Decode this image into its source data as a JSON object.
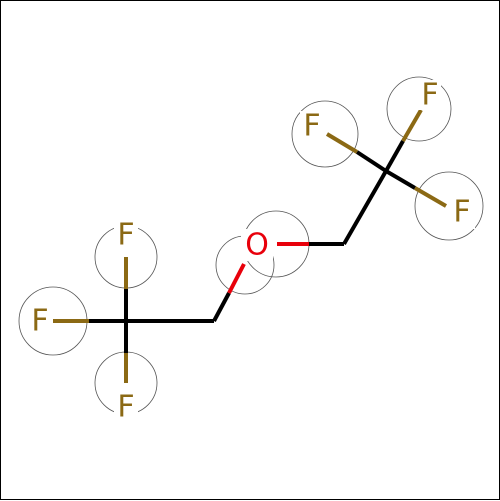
{
  "molecule": {
    "atoms": [
      {
        "id": "F1",
        "element": "F",
        "label": "F"
      },
      {
        "id": "F2",
        "element": "F",
        "label": "F"
      },
      {
        "id": "F3",
        "element": "F",
        "label": "F"
      },
      {
        "id": "O1",
        "element": "O",
        "label": "O"
      },
      {
        "id": "F4",
        "element": "F",
        "label": "F"
      },
      {
        "id": "F5",
        "element": "F",
        "label": "F"
      },
      {
        "id": "F6",
        "element": "F",
        "label": "F"
      }
    ],
    "bonds": [
      [
        "C1",
        "F1"
      ],
      [
        "C1",
        "F2"
      ],
      [
        "C1",
        "F3"
      ],
      [
        "C1",
        "C2"
      ],
      [
        "C2",
        "O1"
      ],
      [
        "O1",
        "C3"
      ],
      [
        "C3",
        "C4"
      ],
      [
        "C4",
        "F4"
      ],
      [
        "C4",
        "F5"
      ],
      [
        "C4",
        "F6"
      ]
    ],
    "colors": {
      "bond": "#000000",
      "F": "#8B6914",
      "O": "#E8000B",
      "highlight_circle": "#555555"
    }
  }
}
